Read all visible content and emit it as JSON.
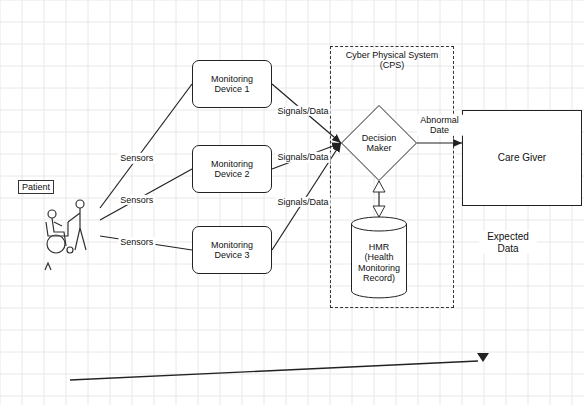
{
  "diagram": {
    "nodes": [
      {
        "text": [
          "Patient"
        ]
      },
      {
        "text": [
          "Monitoring Device 1"
        ]
      },
      {
        "text": [
          "Monitoring Device 2"
        ]
      },
      {
        "text": [
          "Monitoring Device 3"
        ]
      },
      {
        "text": [
          "Cyber Physical System (CPS)"
        ]
      },
      {
        "text": [
          "Decision Maker"
        ],
        "in": 4
      },
      {
        "text": [
          "HMR (Health Monitoring Record)"
        ],
        "in": 4
      },
      {
        "text": [
          "Care Giver"
        ]
      }
    ],
    "edges": [
      {
        "from": 0,
        "to": 1,
        "label": "Sensors",
        "arrow": "none"
      },
      {
        "from": 0,
        "to": 2,
        "label": "Sensors",
        "arrow": "none"
      },
      {
        "from": 0,
        "to": 3,
        "label": "Sensors",
        "arrow": "none"
      },
      {
        "from": 1,
        "to": 5,
        "label": "Signals/Data",
        "arrow": "to"
      },
      {
        "from": 2,
        "to": 5,
        "label": "Signals/Data",
        "arrow": "to"
      },
      {
        "from": 3,
        "to": 5,
        "label": "Signals/Data",
        "arrow": "to"
      },
      {
        "from": 5,
        "to": 7,
        "label": "Abnormal Date",
        "arrow": "to"
      },
      {
        "from": 5,
        "to": 6,
        "arrow": "both"
      }
    ],
    "labels": [
      "Expected Data"
    ]
  }
}
